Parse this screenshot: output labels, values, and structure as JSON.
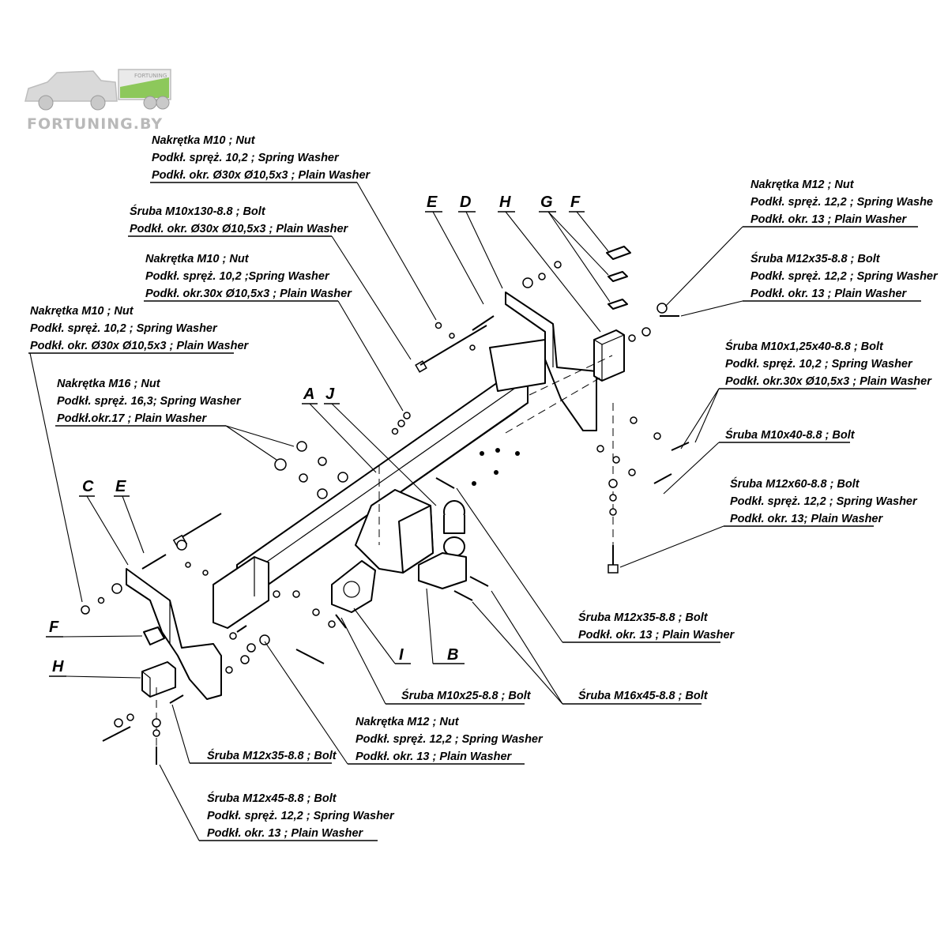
{
  "logo": {
    "text": "FORTUNING.BY",
    "trailer_text": "FORTUNING"
  },
  "colors": {
    "logo_green": "#7dc242",
    "logo_gray": "#b9b9b9",
    "line": "#000000"
  },
  "letters": {
    "E_top": "E",
    "D_top": "D",
    "H_top": "H",
    "G_top": "G",
    "F_top": "F",
    "A": "A",
    "J": "J",
    "C": "C",
    "E_left": "E",
    "F_left": "F",
    "H_left": "H",
    "I": "I",
    "B": "B"
  },
  "callouts": {
    "c1": [
      "Nakrętka  M10 ; Nut",
      "Podkł. spręż. 10,2 ; Spring Washer",
      "Podkł. okr.  Ø30x Ø10,5x3 ; Plain Washer"
    ],
    "c2": [
      "Śruba M10x130-8.8 ;  Bolt",
      "Podkł. okr. Ø30x Ø10,5x3 ; Plain Washer"
    ],
    "c3": [
      "Nakrętka  M10 ; Nut",
      "Podkł. spręż. 10,2 ;Spring Washer",
      "Podkł. okr.30x Ø10,5x3 ; Plain Washer"
    ],
    "c4": [
      "Nakrętka  M10 ; Nut",
      "Podkł. spręż. 10,2 ; Spring Washer",
      "Podkł. okr. Ø30x Ø10,5x3 ; Plain Washer"
    ],
    "c5": [
      "Nakrętka  M16 ; Nut",
      "Podkł. spręż. 16,3; Spring Washer",
      "Podkł.okr.17 ; Plain Washer"
    ],
    "c6": [
      "Nakrętka  M12 ; Nut",
      "Podkł. spręż. 12,2 ; Spring Washe",
      "Podkł. okr. 13 ; Plain Washer"
    ],
    "c7": [
      "Śruba M12x35-8.8 ;  Bolt",
      "Podkł. spręż. 12,2 ; Spring Washer",
      "Podkł. okr. 13 ; Plain Washer"
    ],
    "c8": [
      "Śruba M10x1,25x40-8.8 ;  Bolt",
      "Podkł. spręż. 10,2 ; Spring Washer",
      "Podkł. okr.30x Ø10,5x3 ; Plain Washer"
    ],
    "c9": [
      "Śruba M10x40-8.8 ;  Bolt"
    ],
    "c10": [
      "Śruba M12x60-8.8 ;  Bolt",
      "Podkł. spręż. 12,2 ; Spring Washer",
      "Podkł. okr. 13; Plain Washer"
    ],
    "c11": [
      "Śruba M12x35-8.8 ;  Bolt",
      "Podkł. okr. 13 ; Plain Washer"
    ],
    "c12": [
      "Śruba M16x45-8.8 ;  Bolt"
    ],
    "c13": [
      "Śruba M10x25-8.8 ;  Bolt"
    ],
    "c14": [
      "Nakrętka  M12 ; Nut",
      "Podkł. spręż. 12,2 ; Spring Washer",
      "Podkł. okr. 13 ; Plain Washer"
    ],
    "c15": [
      "Śruba M12x35-8.8 ;  Bolt"
    ],
    "c16": [
      "Śruba M12x45-8.8 ;  Bolt",
      "Podkł. spręż. 12,2 ; Spring Washer",
      "Podkł. okr. 13 ; Plain Washer"
    ]
  }
}
